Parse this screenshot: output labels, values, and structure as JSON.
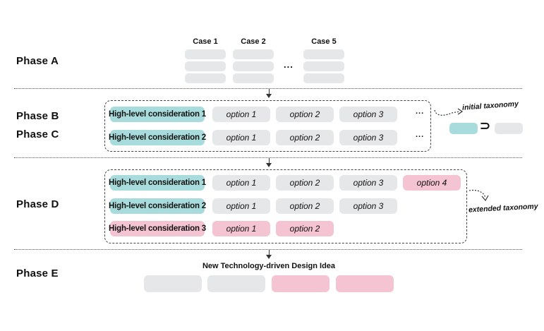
{
  "phases": {
    "a": "Phase A",
    "b": "Phase B",
    "c": "Phase C",
    "d": "Phase D",
    "e": "Phase E"
  },
  "phase_a": {
    "case_labels": [
      "Case 1",
      "Case 2",
      "Case 5"
    ],
    "ellipsis": "..."
  },
  "phase_bc": {
    "rows": [
      {
        "consideration": "High-level consideration 1",
        "options": [
          "option 1",
          "option 2",
          "option 3"
        ],
        "more": "..."
      },
      {
        "consideration": "High-level consideration 2",
        "options": [
          "option 1",
          "option 2",
          "option 3"
        ],
        "more": "..."
      }
    ],
    "annotation": "initial taxonomy",
    "subset_symbol": "⊃"
  },
  "phase_d": {
    "rows": [
      {
        "consideration": "High-level consideration 1",
        "options": [
          "option 1",
          "option 2",
          "option 3",
          "option 4"
        ]
      },
      {
        "consideration": "High-level consideration 2",
        "options": [
          "option 1",
          "option 2",
          "option 3"
        ]
      },
      {
        "consideration": "High-level consideration 3",
        "options": [
          "option 1",
          "option 2"
        ]
      }
    ],
    "annotation": "extended taxonomy"
  },
  "phase_e": {
    "title": "New Technology-driven Design Idea"
  },
  "colors": {
    "gray": "#e6e7e9",
    "teal": "#a8dcdc",
    "pink": "#f4c4d2"
  }
}
